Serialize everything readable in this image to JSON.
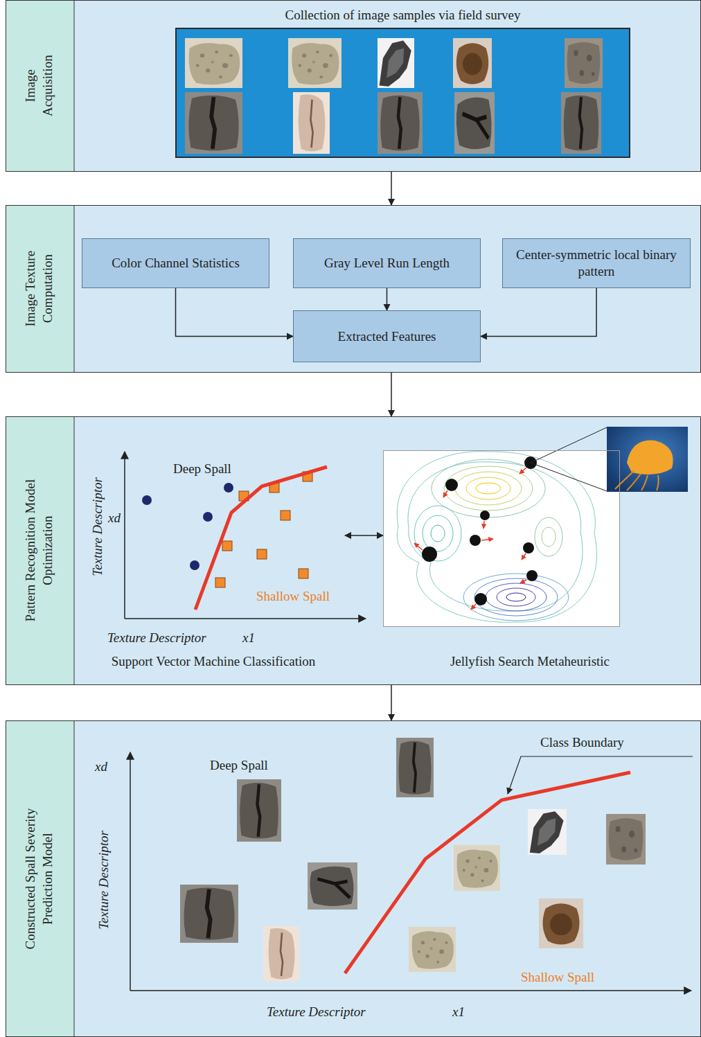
{
  "diagram": {
    "nodes": [
      {
        "text": [
          "Image Acquisition"
        ]
      },
      {
        "text": [
          "Collection of image samples via field survey"
        ],
        "in": 0
      },
      {
        "text": [
          "Image Texture Computation"
        ]
      },
      {
        "text": [
          "Color Channel Statistics"
        ],
        "in": 2
      },
      {
        "text": [
          "Gray Level Run Length"
        ],
        "in": 2
      },
      {
        "text": [
          "Center-symmetric local binary pattern"
        ],
        "in": 2
      },
      {
        "text": [
          "Extracted Features"
        ],
        "in": 2
      },
      {
        "text": [
          "Pattern Recognition Model Optimization"
        ]
      },
      {
        "text": [
          "Support Vector Machine Classification"
        ],
        "in": 7
      },
      {
        "text": [
          "Jellyfish Search Metaheuristic"
        ],
        "in": 7
      },
      {
        "text": [
          "Constructed Spall Severity Prediction Model"
        ]
      }
    ],
    "edges": [
      {
        "from": 0,
        "to": 2,
        "arrow": "to"
      },
      {
        "from": 2,
        "to": 7,
        "arrow": "to"
      },
      {
        "from": 7,
        "to": 10,
        "arrow": "to"
      },
      {
        "from": 3,
        "to": 6,
        "arrow": "to"
      },
      {
        "from": 4,
        "to": 6,
        "arrow": "to"
      },
      {
        "from": 5,
        "to": 6,
        "arrow": "to"
      },
      {
        "from": 8,
        "to": 9,
        "arrow": "both"
      }
    ],
    "labels": [
      "Deep Spall",
      "Texture Descriptor",
      "xd",
      "Shallow Spall",
      "Texture Descriptor",
      "x1",
      "Class Boundary",
      "Deep Spall",
      "xd",
      "Texture Descriptor",
      "Shallow Spall",
      "Texture Descriptor",
      "x1"
    ]
  }
}
